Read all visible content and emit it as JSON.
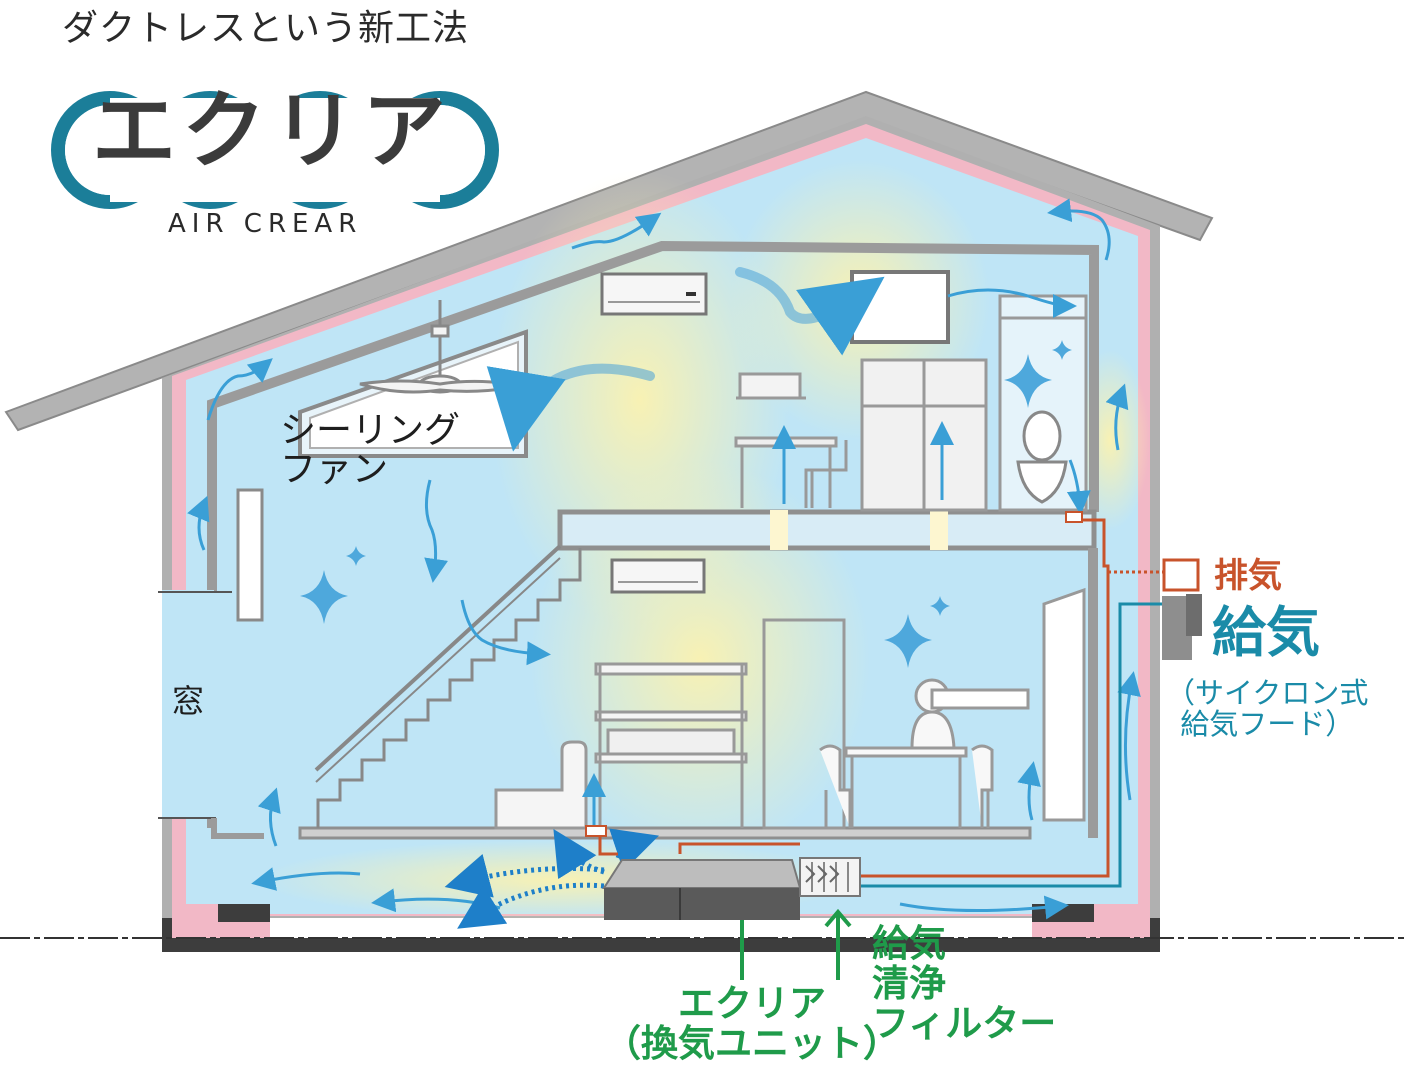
{
  "header": {
    "tagline": "ダクトレスという新工法",
    "logo_text": "エクリア",
    "logo_sub": "AIR CREAR"
  },
  "labels": {
    "ceiling_fan": [
      "シーリング",
      "ファン"
    ],
    "window": "窓",
    "exhaust": "排気",
    "supply": "給気",
    "supply_hood": [
      "（サイクロン式",
      "給気フード）"
    ],
    "unit": [
      "エクリア",
      "（換気ユニット）"
    ],
    "filter": [
      "給気",
      "清浄",
      "フィルター"
    ]
  },
  "colors": {
    "air_blue": "#bfe5f6",
    "airflow_arrow": "#3a9fd6",
    "insulation_pink": "#f2b8c6",
    "wall_gray": "#a9a9a9",
    "exhaust_orange": "#c8532b",
    "supply_teal": "#1a8ba8",
    "unit_green": "#1f9b4a",
    "logo_teal": "#1b7e99"
  },
  "icons": [
    "sparkle-icon",
    "airflow-arrow-icon",
    "ceiling-fan-icon",
    "air-conditioner-icon",
    "toilet-icon",
    "chair-icon"
  ]
}
